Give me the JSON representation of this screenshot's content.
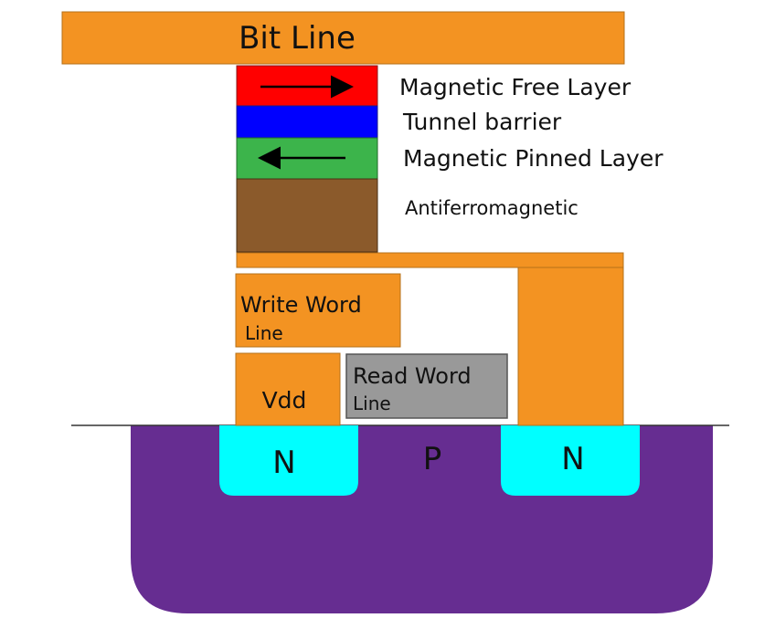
{
  "labels": {
    "bit_line": "Bit Line",
    "free_layer": "Magnetic Free Layer",
    "tunnel_barrier": "Tunnel barrier",
    "pinned_layer": "Magnetic Pinned Layer",
    "antiferro": "Antiferromagnetic",
    "write_word_1": "Write Word",
    "write_word_2": "Line",
    "vdd": "Vdd",
    "read_word_1": "Read Word",
    "read_word_2": "Line",
    "n_left": "N",
    "p_region": "P",
    "n_right": "N"
  },
  "colors": {
    "metal": "#F39322",
    "free_layer": "#FF0000",
    "tunnel": "#0000FF",
    "pinned": "#3CB44B",
    "antiferro": "#8B5A2B",
    "read_word": "#999999",
    "substrate": "#662D91",
    "n_doped": "#00FFFF"
  },
  "magnetization": {
    "free_layer": "right-arrow-icon",
    "pinned_layer": "left-arrow-icon"
  }
}
